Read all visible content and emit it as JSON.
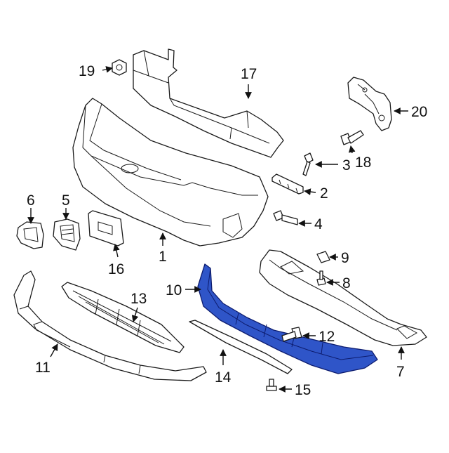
{
  "diagram": {
    "callouts": {
      "c1": "1",
      "c2": "2",
      "c3": "3",
      "c4": "4",
      "c5": "5",
      "c6": "6",
      "c7": "7",
      "c8": "8",
      "c9": "9",
      "c10": "10",
      "c11": "11",
      "c12": "12",
      "c13": "13",
      "c14": "14",
      "c15": "15",
      "c16": "16",
      "c17": "17",
      "c18": "18",
      "c19": "19",
      "c20": "20"
    },
    "highlight_color": "#2f55c8"
  }
}
